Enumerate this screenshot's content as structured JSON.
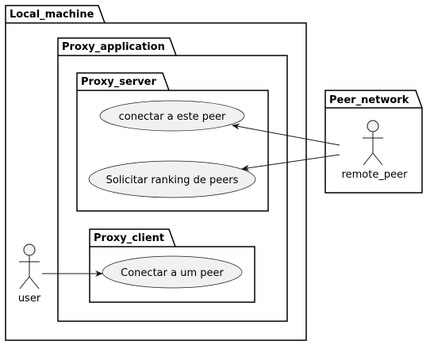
{
  "packages": {
    "local_machine": "Local_machine",
    "proxy_application": "Proxy_application",
    "proxy_server": "Proxy_server",
    "proxy_client": "Proxy_client",
    "peer_network": "Peer_network"
  },
  "use_cases": {
    "connect_to_this_peer": "conectar a este peer",
    "request_peer_ranking": "Solicitar ranking de peers",
    "connect_to_a_peer": "Conectar a um peer"
  },
  "actors": {
    "user": "user",
    "remote_peer": "remote_peer"
  },
  "colors": {
    "use_case_fill": "#f1f1f1",
    "stroke": "#181818",
    "background": "#ffffff"
  }
}
